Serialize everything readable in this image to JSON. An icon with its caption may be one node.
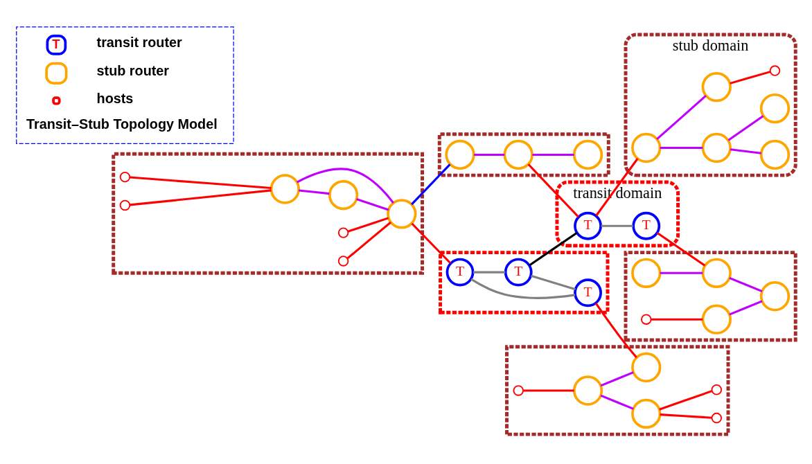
{
  "diagram": {
    "nodes": [
      {
        "text": [],
        "shape": "box"
      },
      {
        "text": [],
        "shape": "circle",
        "in": 0
      },
      {
        "text": [],
        "shape": "circle",
        "in": 0
      },
      {
        "text": [],
        "shape": "circle",
        "in": 0
      },
      {
        "text": [],
        "shape": "circle",
        "in": 0
      },
      {
        "text": [],
        "shape": "circle",
        "in": 0
      },
      {
        "text": [],
        "shape": "circle",
        "in": 0
      },
      {
        "text": [],
        "shape": "circle",
        "in": 0
      },
      {
        "text": [],
        "shape": "box"
      },
      {
        "text": [],
        "shape": "circle",
        "in": 8
      },
      {
        "text": [],
        "shape": "circle",
        "in": 8
      },
      {
        "text": [],
        "shape": "circle",
        "in": 8
      },
      {
        "text": [
          "transit domain"
        ]
      },
      {
        "text": [
          "T"
        ],
        "in": 12
      },
      {
        "text": [
          "T"
        ],
        "in": 12
      },
      {
        "text": [],
        "shape": "box"
      },
      {
        "text": [],
        "shape": "circle",
        "in": 15
      },
      {
        "text": [],
        "shape": "circle",
        "in": 15
      },
      {
        "text": [],
        "shape": "circle",
        "in": 15
      },
      {
        "text": [],
        "shape": "circle",
        "in": 15
      },
      {
        "text": [],
        "shape": "circle",
        "in": 15
      },
      {
        "text": [],
        "shape": "box"
      },
      {
        "text": [
          "T"
        ],
        "in": 21
      },
      {
        "text": [
          "T"
        ],
        "in": 21
      },
      {
        "text": [
          "T"
        ],
        "in": 21
      },
      {
        "text": [],
        "shape": "box"
      },
      {
        "text": [],
        "shape": "circle",
        "in": 25
      },
      {
        "text": [],
        "shape": "circle",
        "in": 25
      },
      {
        "text": [],
        "shape": "circle",
        "in": 25
      },
      {
        "text": [],
        "shape": "circle",
        "in": 25
      },
      {
        "text": [],
        "shape": "circle",
        "in": 25
      },
      {
        "text": [],
        "shape": "circle",
        "in": 25
      },
      {
        "text": [
          "stub domain"
        ]
      },
      {
        "text": [],
        "shape": "circle",
        "in": 32
      },
      {
        "text": [],
        "shape": "circle",
        "in": 32
      },
      {
        "text": [],
        "shape": "circle",
        "in": 32
      },
      {
        "text": [],
        "shape": "circle",
        "in": 32
      },
      {
        "text": [],
        "shape": "circle",
        "in": 32
      },
      {
        "text": [],
        "shape": "circle",
        "in": 32
      }
    ],
    "edges": [
      {
        "from": 1,
        "to": 5,
        "arrow": "none",
        "color": "#ff0000"
      },
      {
        "from": 2,
        "to": 5,
        "arrow": "none",
        "color": "#ff0000"
      },
      {
        "from": 3,
        "to": 7,
        "arrow": "none",
        "color": "#ff0000"
      },
      {
        "from": 4,
        "to": 7,
        "arrow": "none",
        "color": "#ff0000"
      },
      {
        "from": 5,
        "to": 7,
        "arrow": "none",
        "color": "#bf00ff"
      },
      {
        "from": 5,
        "to": 6,
        "arrow": "none",
        "color": "#bf00ff"
      },
      {
        "from": 6,
        "to": 7,
        "arrow": "none",
        "color": "#bf00ff"
      },
      {
        "from": 7,
        "to": 9,
        "arrow": "none",
        "color": "#0000ff"
      },
      {
        "from": 9,
        "to": 10,
        "arrow": "none",
        "color": "#bf00ff"
      },
      {
        "from": 10,
        "to": 11,
        "arrow": "none",
        "color": "#bf00ff"
      },
      {
        "from": 10,
        "to": 13,
        "arrow": "none",
        "color": "#ff0000"
      },
      {
        "from": 13,
        "to": 14,
        "arrow": "none",
        "color": "#808080"
      },
      {
        "from": 14,
        "to": 18,
        "arrow": "none",
        "color": "#ff0000"
      },
      {
        "from": 16,
        "to": 19,
        "arrow": "none",
        "color": "#ff0000"
      },
      {
        "from": 19,
        "to": 20,
        "arrow": "none",
        "color": "#bf00ff"
      },
      {
        "from": 17,
        "to": 18,
        "arrow": "none",
        "color": "#bf00ff"
      },
      {
        "from": 18,
        "to": 20,
        "arrow": "none",
        "color": "#bf00ff"
      },
      {
        "from": 7,
        "to": 22,
        "arrow": "none",
        "color": "#ff0000"
      },
      {
        "from": 22,
        "to": 24,
        "arrow": "none",
        "color": "#808080"
      },
      {
        "from": 22,
        "to": 23,
        "arrow": "none",
        "color": "#808080"
      },
      {
        "from": 24,
        "to": 23,
        "arrow": "none",
        "color": "#808080"
      },
      {
        "from": 24,
        "to": 13,
        "arrow": "none",
        "color": "#000000"
      },
      {
        "from": 23,
        "to": 31,
        "arrow": "none",
        "color": "#ff0000"
      },
      {
        "from": 26,
        "to": 27,
        "arrow": "none",
        "color": "#ff0000"
      },
      {
        "from": 27,
        "to": 31,
        "arrow": "none",
        "color": "#bf00ff"
      },
      {
        "from": 27,
        "to": 28,
        "arrow": "none",
        "color": "#bf00ff"
      },
      {
        "from": 28,
        "to": 29,
        "arrow": "none",
        "color": "#ff0000"
      },
      {
        "from": 28,
        "to": 30,
        "arrow": "none",
        "color": "#ff0000"
      },
      {
        "from": 13,
        "to": 36,
        "arrow": "none",
        "color": "#ff0000"
      },
      {
        "from": 36,
        "to": 34,
        "arrow": "none",
        "color": "#bf00ff"
      },
      {
        "from": 36,
        "to": 37,
        "arrow": "none",
        "color": "#bf00ff"
      },
      {
        "from": 34,
        "to": 33,
        "arrow": "none",
        "color": "#bf00ff"
      },
      {
        "from": 34,
        "to": 35,
        "arrow": "none",
        "color": "#bf00ff"
      },
      {
        "from": 37,
        "to": 38,
        "arrow": "none",
        "color": "#ff0000"
      }
    ],
    "labels": [
      "T",
      "Transit–Stub Topology Model"
    ],
    "legend": [
      {
        "text": "transit router"
      },
      {
        "text": "stub router"
      },
      {
        "text": "hosts"
      }
    ]
  }
}
